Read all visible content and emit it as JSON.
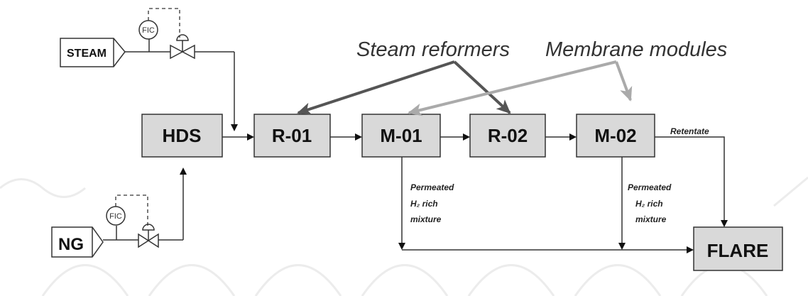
{
  "feeds": {
    "steam": "STEAM",
    "ng": "NG"
  },
  "controllers": {
    "steam": "FIC",
    "ng": "FIC"
  },
  "units": {
    "hds": "HDS",
    "r01": "R-01",
    "m01": "M-01",
    "r02": "R-02",
    "m02": "M-02",
    "flare": "FLARE"
  },
  "streams": {
    "retentate": "Retentate",
    "permeate_m01": [
      "Permeated",
      "H₂ rich",
      "mixture"
    ],
    "permeate_m02": [
      "Permeated",
      "H₂ rich",
      "mixture"
    ]
  },
  "callouts": {
    "steam_reformers": "Steam reformers",
    "membrane_modules": "Membrane modules"
  },
  "colors": {
    "unit_fill": "#d9d9d9",
    "steam_reformers_arrow": "#555555",
    "membrane_modules_arrow": "#aaaaaa"
  }
}
